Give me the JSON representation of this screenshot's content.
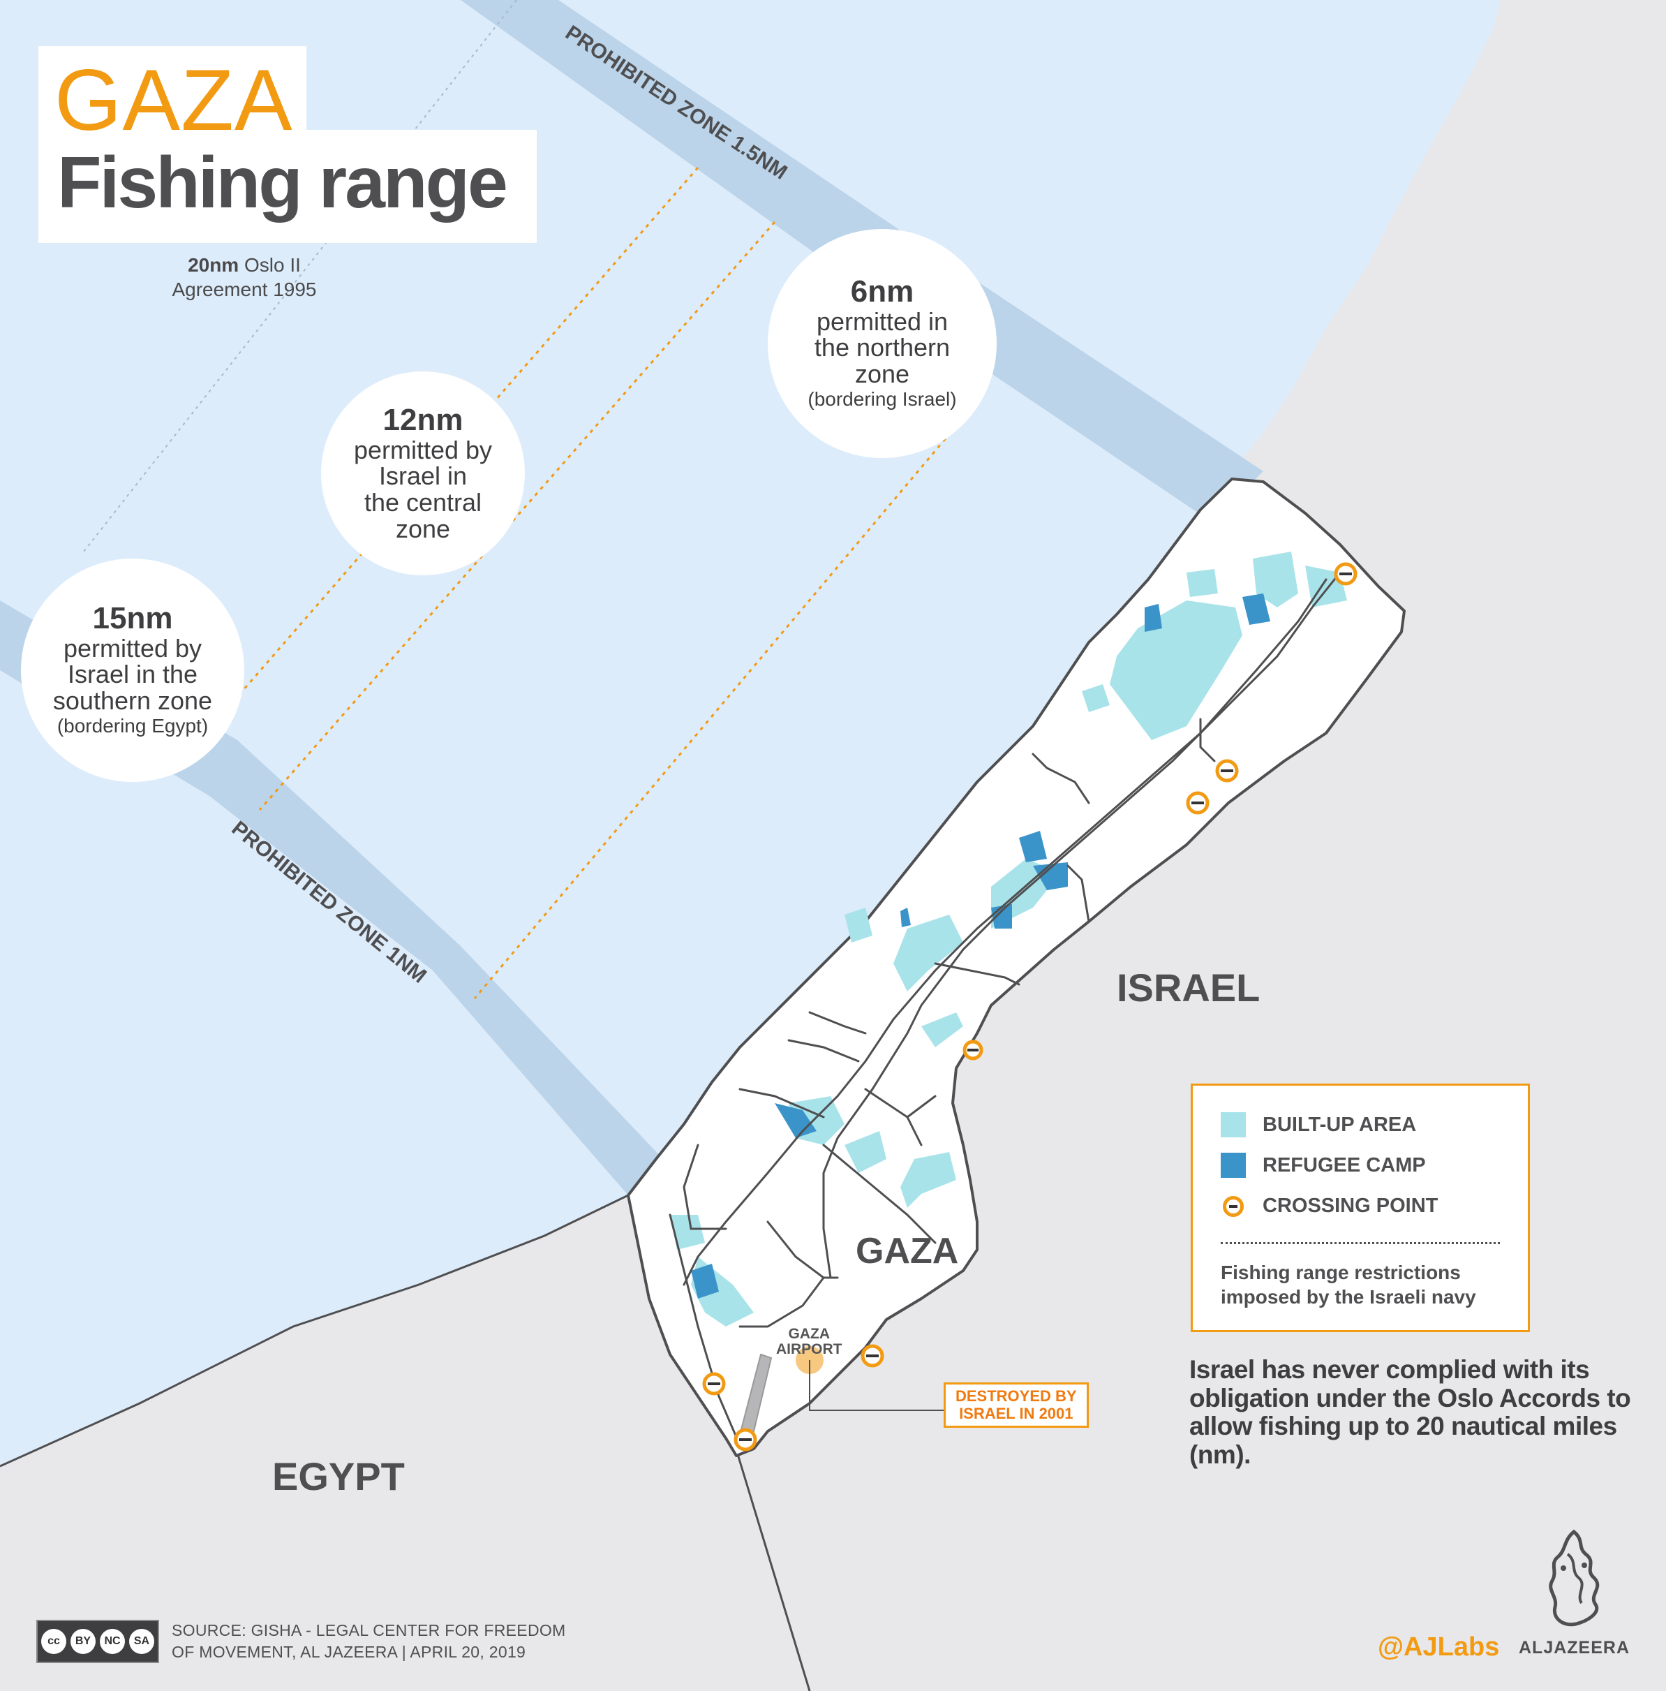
{
  "title": {
    "main": "GAZA",
    "sub": "Fishing range"
  },
  "oslo_note": {
    "bold": "20nm",
    "rest_line1": " Oslo II",
    "line2": "Agreement 1995"
  },
  "prohibited_zones": {
    "north": "PROHIBITED ZONE 1.5NM",
    "south": "PROHIBITED ZONE 1NM"
  },
  "zones": [
    {
      "id": "north",
      "big": "6nm",
      "mid": [
        "permitted in",
        "the northern",
        "zone"
      ],
      "small": "(bordering Israel)"
    },
    {
      "id": "central",
      "big": "12nm",
      "mid": [
        "permitted by",
        "Israel in",
        "the central",
        "zone"
      ],
      "small": ""
    },
    {
      "id": "south",
      "big": "15nm",
      "mid": [
        "permitted by",
        "Israel in the",
        "southern zone"
      ],
      "small": "(bordering Egypt)"
    }
  ],
  "places": {
    "israel": "ISRAEL",
    "egypt": "EGYPT",
    "gaza": "GAZA",
    "airport_l1": "GAZA",
    "airport_l2": "AIRPORT"
  },
  "destroyed": {
    "line1": "DESTROYED BY",
    "line2": "ISRAEL IN 2001"
  },
  "legend": {
    "built_up": "BUILT-UP AREA",
    "refugee_camp": "REFUGEE CAMP",
    "crossing": "CROSSING POINT",
    "note": "Fishing range restrictions imposed by the Israeli navy"
  },
  "statement": "Israel has never complied with its obligation under the Oslo Accords to allow fishing up to 20 nautical miles (nm).",
  "source": {
    "line1": "SOURCE: GISHA - LEGAL CENTER FOR FREEDOM",
    "line2": "OF MOVEMENT, AL JAZEERA  |  APRIL 20, 2019"
  },
  "license": {
    "by": "BY",
    "nc": "NC",
    "sa": "SA"
  },
  "handle": "@AJLabs",
  "brand": "ALJAZEERA",
  "colors": {
    "sea": "#ddecfa",
    "land": "#e8e8ea",
    "prohibited": "#bbd4ea",
    "accent": "#f29a12",
    "built_up": "#a8e3ea",
    "refugee_camp": "#3b94c9",
    "text": "#4f4f51"
  }
}
